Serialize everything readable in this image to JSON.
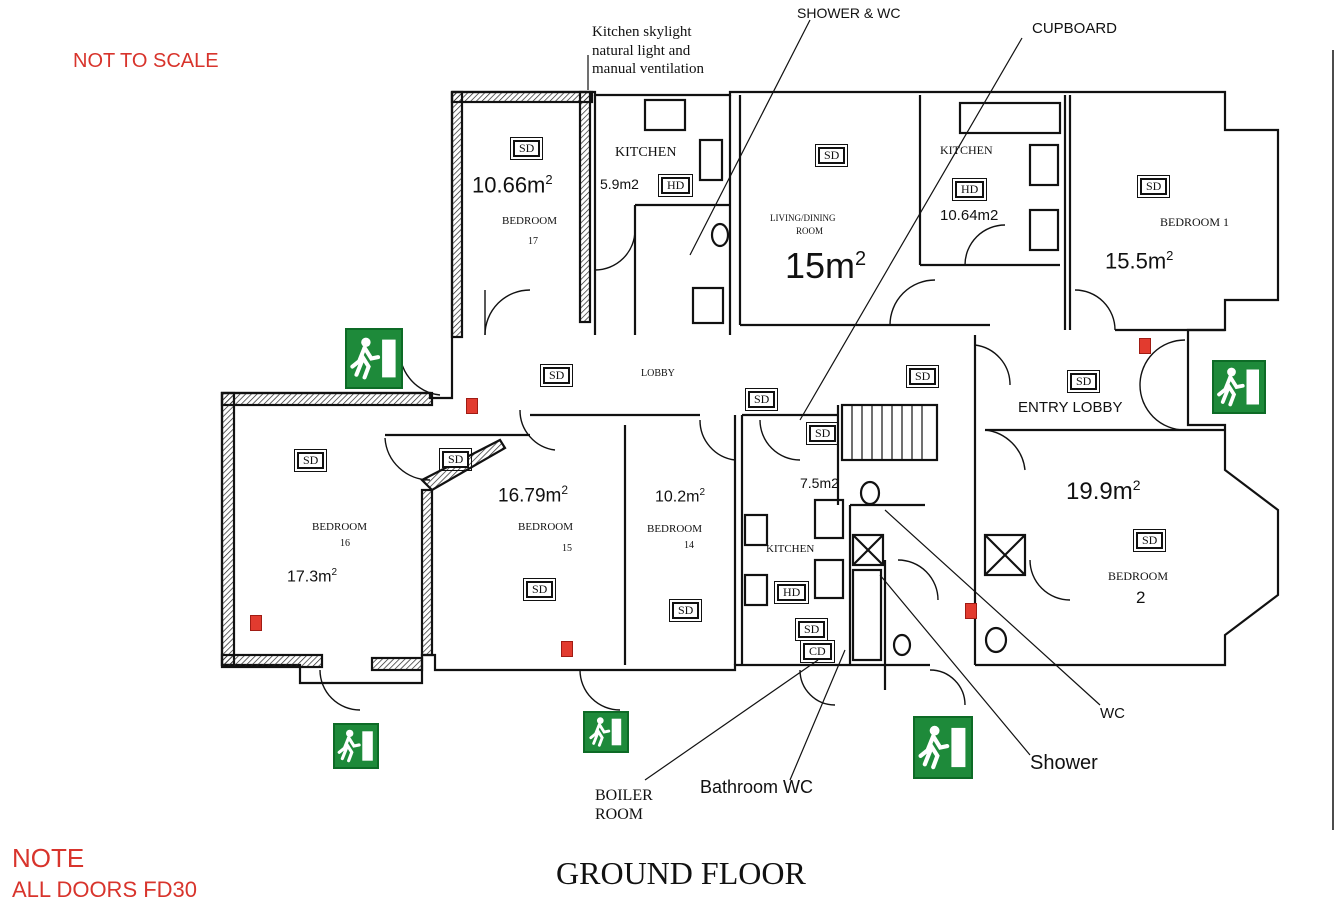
{
  "notes": {
    "not_to_scale": "NOT TO SCALE",
    "note_title": "NOTE",
    "note_body": "ALL DOORS FD30",
    "floor_title": "GROUND FLOOR"
  },
  "callouts": {
    "kitchen_skylight_1": "Kitchen skylight",
    "kitchen_skylight_2": "natural light and",
    "kitchen_skylight_3": "manual ventilation",
    "shower_wc": "SHOWER & WC",
    "cupboard": "CUPBOARD",
    "boiler_1": "BOILER",
    "boiler_2": "ROOM",
    "bathroom_wc": "Bathroom  WC",
    "wc": "WC",
    "shower": "Shower"
  },
  "rooms": {
    "b17": {
      "name": "BEDROOM",
      "num": "17",
      "area": "10.66m",
      "sup": "2"
    },
    "k1": {
      "name": "KITCHEN",
      "area": "5.9m2"
    },
    "living": {
      "name1": "LIVING/DINING",
      "name2": "ROOM",
      "area": "15m",
      "sup": "2"
    },
    "k2": {
      "name": "KITCHEN",
      "area": "10.64m2"
    },
    "b1": {
      "name": "BEDROOM 1",
      "area": "15.5m",
      "sup": "2"
    },
    "lobby": {
      "name": "LOBBY"
    },
    "entry": {
      "name": "ENTRY LOBBY"
    },
    "b16": {
      "name": "BEDROOM",
      "num": "16",
      "area": "17.3m",
      "sup": "2"
    },
    "b15": {
      "name": "BEDROOM",
      "num": "15",
      "area": "16.79m",
      "sup": "2"
    },
    "b14": {
      "name": "BEDROOM",
      "num": "14",
      "area": "10.2m",
      "sup": "2"
    },
    "k3": {
      "name": "KITCHEN",
      "area": "7.5m2"
    },
    "b2": {
      "name": "BEDROOM",
      "num": "2",
      "area": "19.9m",
      "sup": "2"
    }
  },
  "symbols": {
    "sd": "SD",
    "hd": "HD",
    "cd": "CD"
  }
}
